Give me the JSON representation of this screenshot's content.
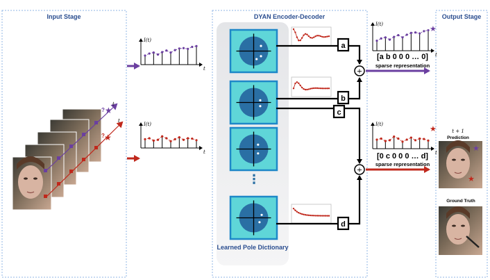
{
  "panels": {
    "input": "Input Stage",
    "dyan": "DYAN Encoder-Decoder",
    "output": "Output Stage"
  },
  "dictionary_label": "Learned Pole Dictionary",
  "signal_label": "I(t)",
  "time_label": "t",
  "coefficients": [
    "a",
    "b",
    "c",
    "d"
  ],
  "sparse": {
    "top_vector": "[a b 0 0 0 … 0]",
    "bottom_vector": "[0 c 0 0 0 … d]",
    "caption": "sparse representation"
  },
  "output": {
    "time_label": "t + 1",
    "prediction": "Prediction",
    "ground_truth": "Ground Truth"
  },
  "colors": {
    "purple": "#6b3fa0",
    "red": "#c0281c",
    "dict_fill": "#5fd6d8",
    "disk": "#2a6fa4"
  }
}
